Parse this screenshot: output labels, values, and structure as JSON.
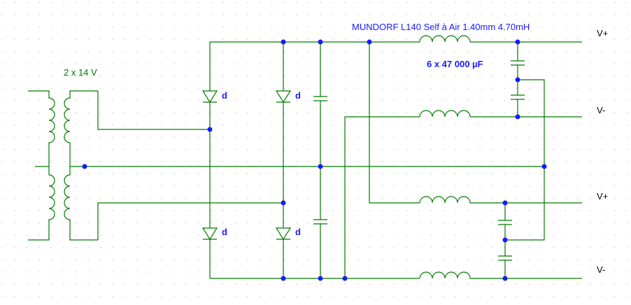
{
  "transformer": {
    "label": "2 x 14 V"
  },
  "diodes": {
    "label": "d"
  },
  "inductor": {
    "label": "MUNDORF L140 Self à Air 1.40mm 4.70mH"
  },
  "capacitors": {
    "label": "6 x 47 000 µF"
  },
  "outputs": [
    "V+",
    "V-",
    "V+",
    "V-"
  ],
  "colors": {
    "wire": "#007a00",
    "junction": "#1a1aff",
    "grid": "#c8c8c8"
  }
}
